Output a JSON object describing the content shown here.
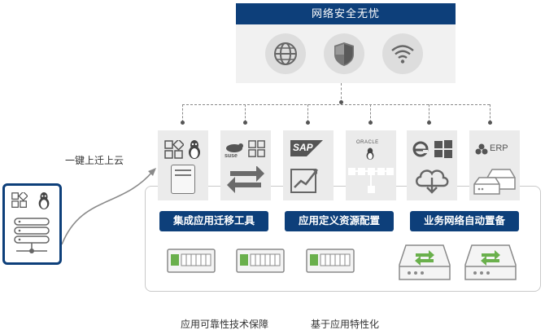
{
  "header": {
    "title": "网络安全无忧"
  },
  "left": {
    "migrate_label": "一键上迁上云"
  },
  "tiles": [
    {
      "id": "apps-linux",
      "badge": ""
    },
    {
      "id": "suse",
      "badge": "suse"
    },
    {
      "id": "sap",
      "badge": "SAP"
    },
    {
      "id": "oracle",
      "badge": "ORACLE"
    },
    {
      "id": "windows",
      "badge": ""
    },
    {
      "id": "erp",
      "badge": "ERP"
    }
  ],
  "buttons": {
    "b1": "集成应用迁移工具",
    "b2": "应用定义资源配置",
    "b3": "业务网络自动置备"
  },
  "captions": {
    "c1": "应用可靠性技术保障",
    "c2": "基于应用特性化"
  },
  "colors": {
    "navy": "#0d3f7a",
    "green": "#6ab04c",
    "gray": "#dddddd"
  }
}
